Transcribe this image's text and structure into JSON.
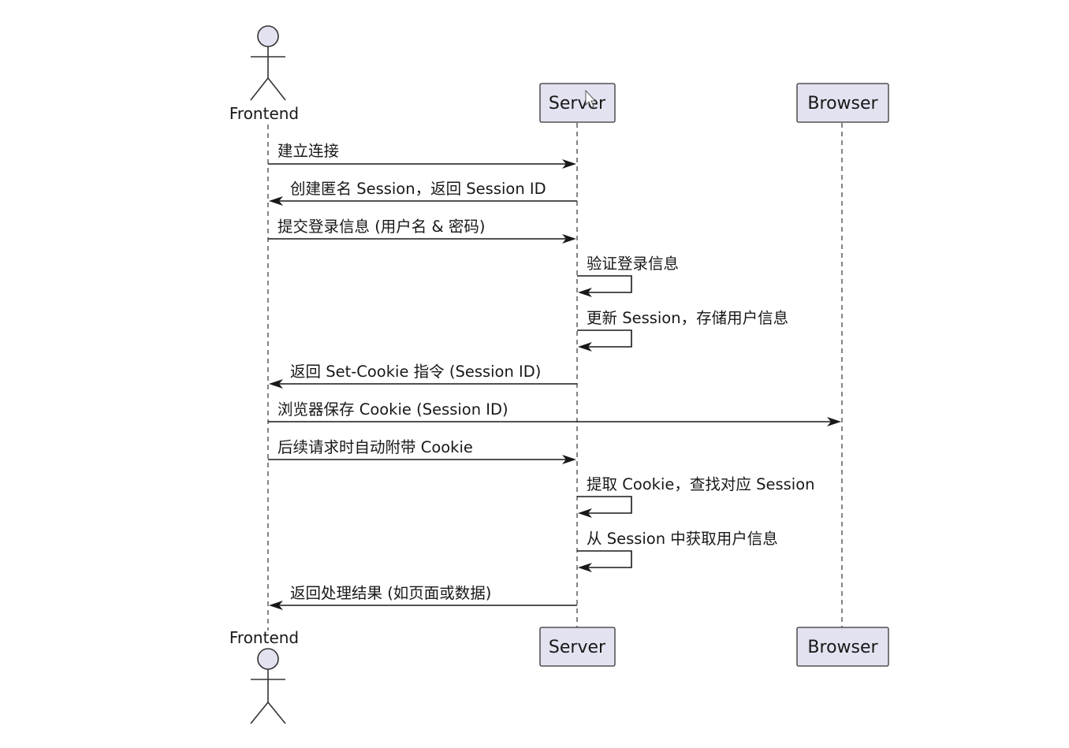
{
  "participants": {
    "frontend": "Frontend",
    "server": "Server",
    "browser": "Browser"
  },
  "messages": [
    {
      "text": "建立连接",
      "from": "frontend",
      "to": "server"
    },
    {
      "text": "创建匿名 Session，返回 Session ID",
      "from": "server",
      "to": "frontend"
    },
    {
      "text": "提交登录信息 (用户名 & 密码)",
      "from": "frontend",
      "to": "server"
    },
    {
      "text": "验证登录信息",
      "from": "server",
      "to": "server"
    },
    {
      "text": "更新 Session，存储用户信息",
      "from": "server",
      "to": "server"
    },
    {
      "text": "返回 Set-Cookie 指令 (Session ID)",
      "from": "server",
      "to": "frontend"
    },
    {
      "text": "浏览器保存 Cookie (Session ID)",
      "from": "frontend",
      "to": "browser"
    },
    {
      "text": "后续请求时自动附带 Cookie",
      "from": "frontend",
      "to": "server"
    },
    {
      "text": "提取 Cookie，查找对应 Session",
      "from": "server",
      "to": "server"
    },
    {
      "text": "从 Session 中获取用户信息",
      "from": "server",
      "to": "server"
    },
    {
      "text": "返回处理结果 (如页面或数据)",
      "from": "server",
      "to": "frontend"
    }
  ]
}
